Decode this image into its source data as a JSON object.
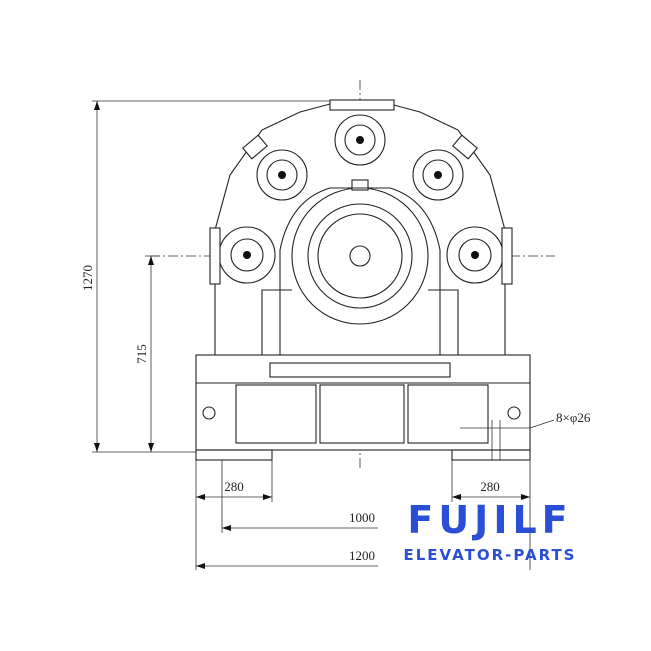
{
  "drawing": {
    "dimensions": {
      "overall_height": "1270",
      "shaft_height": "715",
      "foot_left": "280",
      "foot_right": "280",
      "hole_span": "1000",
      "base_width": "1200",
      "holes": "8×φ26"
    }
  },
  "logo": {
    "name": "FUJILF",
    "subtitle": "ELEVATOR-PARTS",
    "color": "#2a4fd6"
  }
}
